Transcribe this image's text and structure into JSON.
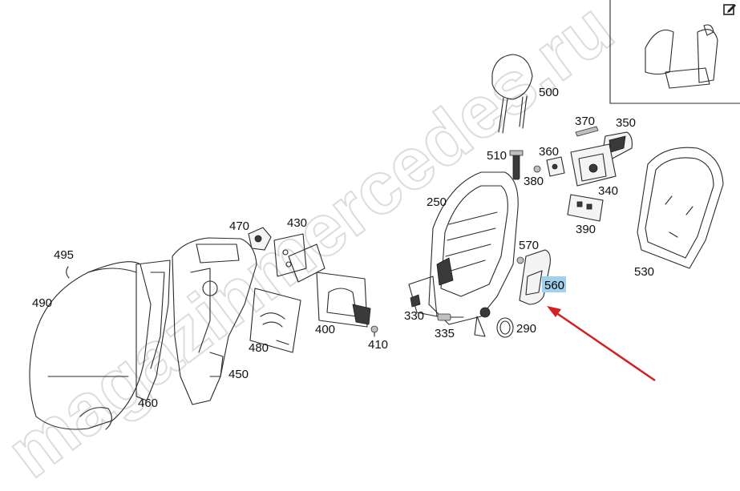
{
  "watermark": "magazinmercedes.ru",
  "callouts": [
    "495",
    "490",
    "460",
    "470",
    "430",
    "480",
    "450",
    "400",
    "410",
    "500",
    "510",
    "250",
    "570",
    "560",
    "330",
    "335",
    "290",
    "370",
    "350",
    "360",
    "380",
    "340",
    "390",
    "530"
  ],
  "highlighted_callout": "560",
  "colors": {
    "highlight_bg": "#9fd0ec",
    "arrow": "#d42020",
    "line": "#2a2a2a"
  },
  "icons": {
    "corner": "edit-icon"
  }
}
